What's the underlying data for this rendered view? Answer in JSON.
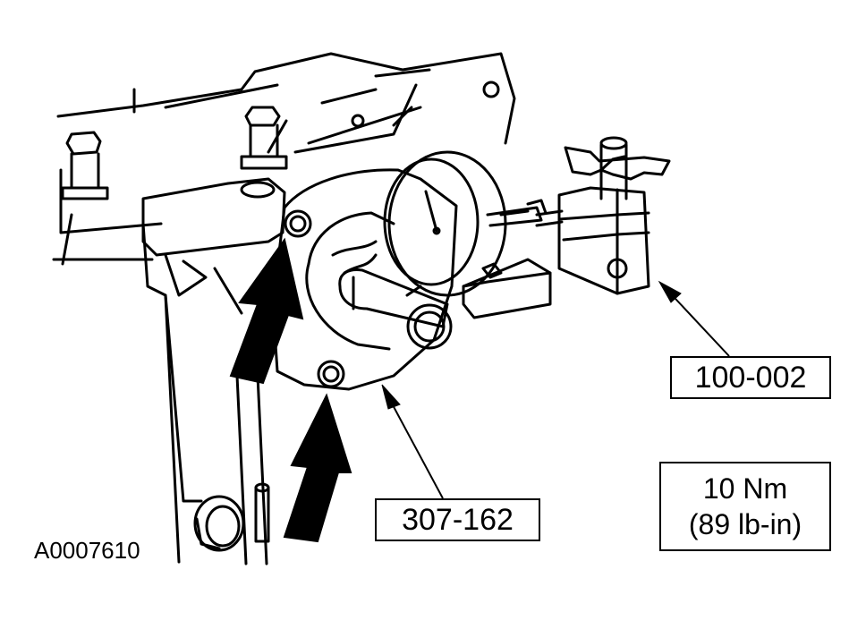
{
  "callouts": {
    "tool_1": "100-002",
    "tool_2": "307-162",
    "torque_line1": "10 Nm",
    "torque_line2": "(89 lb-in)"
  },
  "figure_id": "A0007610",
  "colors": {
    "line": "#000000",
    "background": "#ffffff"
  }
}
